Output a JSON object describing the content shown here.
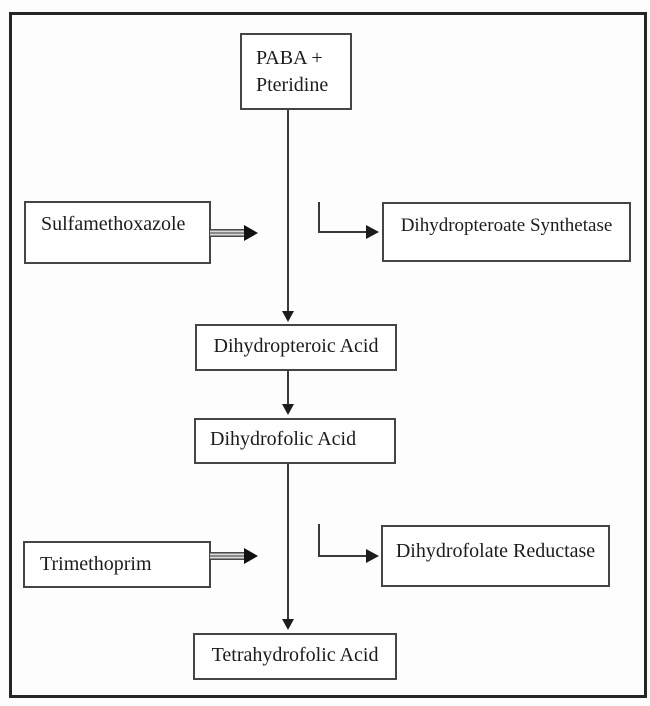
{
  "diagram": {
    "type": "flowchart",
    "subject": "folate-synthesis-pathway-with-inhibitors",
    "colors": {
      "background": "#ffffff",
      "outer_frame": "#262626",
      "box_border": "#454545",
      "text": "#1c1c1c",
      "arrow": "#1c1c1c"
    },
    "nodes": {
      "paba_pteridine": {
        "line1": "PABA +",
        "line2": "Pteridine"
      },
      "sulfamethoxazole": "Sulfamethoxazole",
      "dihydropteroate_synthetase": "Dihydropteroate Synthetase",
      "dihydropteroic_acid": "Dihydropteroic Acid",
      "dihydrofolic_acid": "Dihydrofolic Acid",
      "trimethoprim": "Trimethoprim",
      "dihydrofolate_reductase": "Dihydrofolate Reductase",
      "tetrahydrofolic_acid": "Tetrahydrofolic Acid"
    },
    "edges": [
      {
        "from": "PABA + Pteridine",
        "to": "Dihydropteroic Acid",
        "style": "straight-arrow-down"
      },
      {
        "from": "Dihydropteroic Acid",
        "to": "Dihydrofolic Acid",
        "style": "straight-arrow-down"
      },
      {
        "from": "Dihydrofolic Acid",
        "to": "Tetrahydrofolic Acid",
        "style": "straight-arrow-down"
      },
      {
        "from": "Sulfamethoxazole",
        "to": "PABA+Pteridine to Dihydropteroic Acid step",
        "style": "thick-striped-arrow-right"
      },
      {
        "from": "pathway step 1",
        "to": "Dihydropteroate Synthetase",
        "style": "elbow-arrow-right"
      },
      {
        "from": "Trimethoprim",
        "to": "Dihydrofolic Acid to Tetrahydrofolic Acid step",
        "style": "thick-striped-arrow-right"
      },
      {
        "from": "pathway step 2",
        "to": "Dihydrofolate Reductase",
        "style": "elbow-arrow-right"
      }
    ]
  }
}
